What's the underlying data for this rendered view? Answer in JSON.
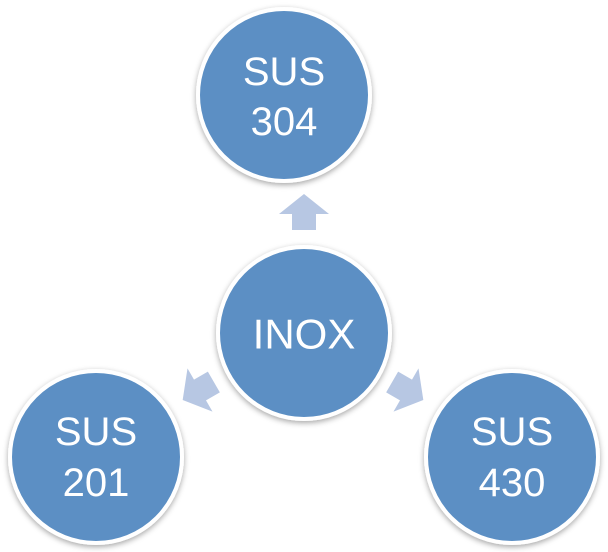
{
  "diagram": {
    "center": {
      "label": "INOX"
    },
    "top": {
      "line1": "SUS",
      "line2": "304"
    },
    "left": {
      "line1": "SUS",
      "line2": "201"
    },
    "right": {
      "line1": "SUS",
      "line2": "430"
    }
  },
  "colors": {
    "circle_fill": "#5b8fc4",
    "circle_stroke": "#ffffff",
    "arrow_fill": "#b7c7e3",
    "text": "#ffffff"
  }
}
